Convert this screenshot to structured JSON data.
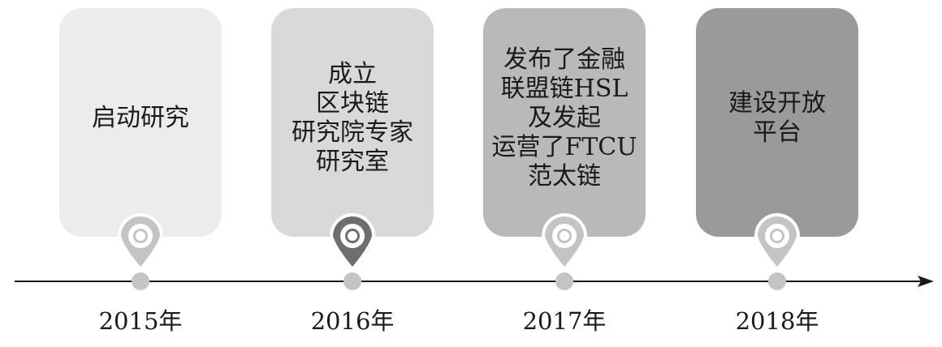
{
  "events": [
    {
      "year": "2015年",
      "lines": [
        "启动研究"
      ],
      "card_color": "#ececec",
      "pin_color": "#c4c4c4"
    },
    {
      "year": "2016年",
      "lines": [
        "成立",
        "区块链",
        "研究院专家",
        "研究室"
      ],
      "card_color": "#d9d9d9",
      "pin_color": "#6e6e6e"
    },
    {
      "year": "2017年",
      "lines": [
        "发布了金融",
        "联盟链HSL",
        "及发起",
        "运营了FTCU",
        "范太链"
      ],
      "card_color": "#b9b9b9",
      "pin_color": "#c4c4c4"
    },
    {
      "year": "2018年",
      "lines": [
        "建设开放",
        "平台"
      ],
      "card_color": "#9a9a9a",
      "pin_color": "#c4c4c4"
    }
  ],
  "colors": {
    "axis": "#1a1a1a",
    "axis_dot": "#c4c4c4",
    "text": "#1a1a1a"
  }
}
